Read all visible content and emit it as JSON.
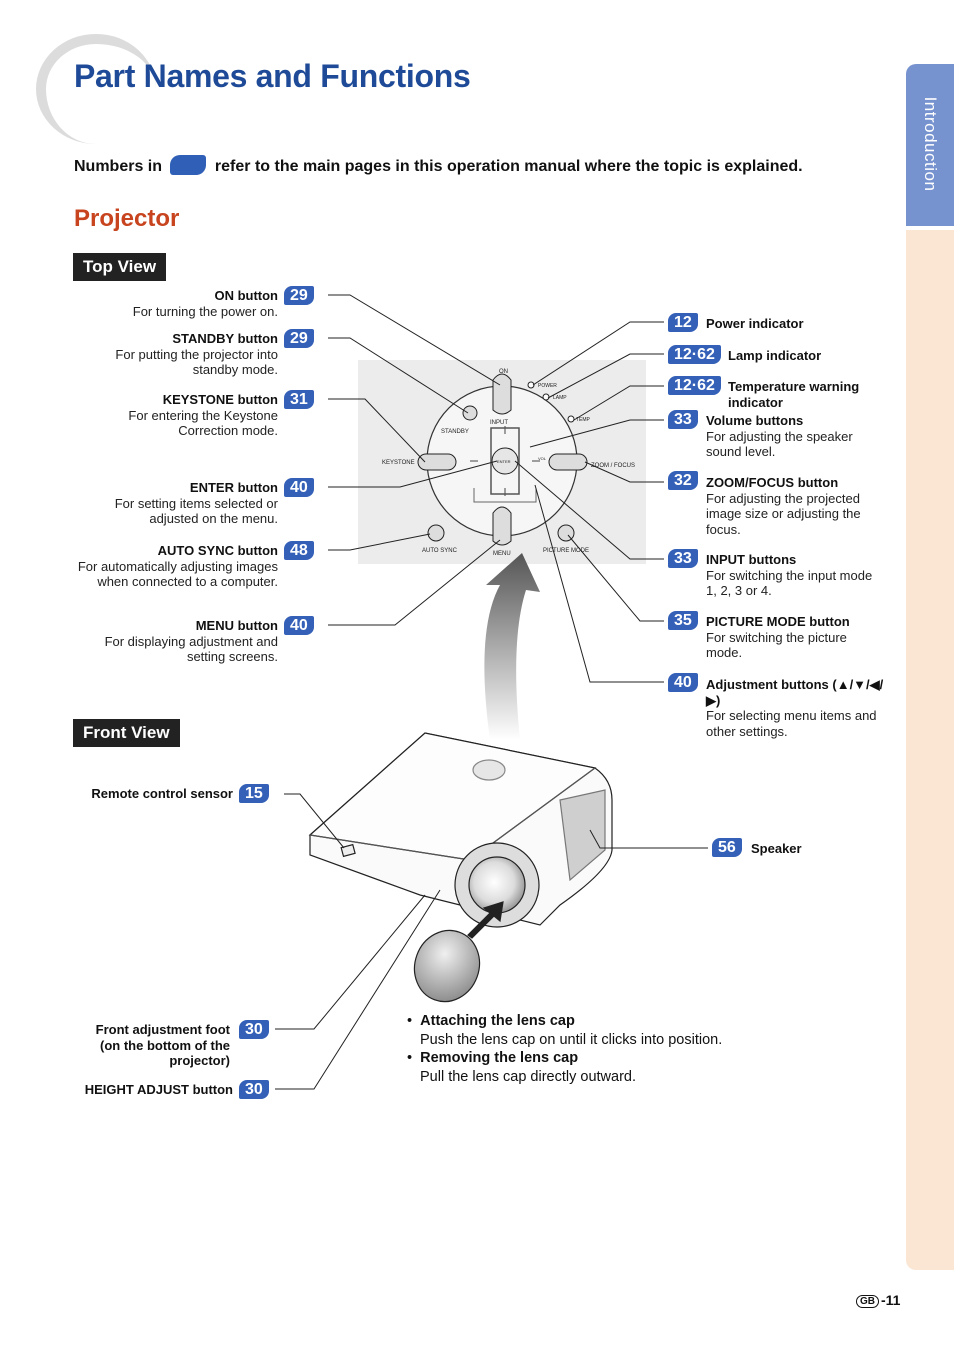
{
  "page_title": "Part Names and Functions",
  "intro": {
    "before": "Numbers in",
    "after": "refer to the main pages in this operation manual where the topic is explained."
  },
  "section_title": "Projector",
  "side_tab": "Introduction",
  "top_view": {
    "label": "Top View",
    "left_items": [
      {
        "name": "ON button",
        "page": "29",
        "desc": "For turning the power on."
      },
      {
        "name": "STANDBY button",
        "page": "29",
        "desc": "For putting the projector into standby mode."
      },
      {
        "name": "KEYSTONE button",
        "page": "31",
        "desc": "For entering the Keystone Correction mode."
      },
      {
        "name": "ENTER button",
        "page": "40",
        "desc": "For setting items selected or adjusted on the menu."
      },
      {
        "name": "AUTO SYNC button",
        "page": "48",
        "desc": "For automatically adjusting images when connected to a computer."
      },
      {
        "name": "MENU button",
        "page": "40",
        "desc": "For displaying adjustment and setting screens."
      }
    ],
    "right_items": [
      {
        "name": "Power indicator",
        "page": "12",
        "desc": ""
      },
      {
        "name": "Lamp indicator",
        "page": "12·62",
        "desc": ""
      },
      {
        "name": "Temperature warning indicator",
        "page": "12·62",
        "desc": ""
      },
      {
        "name": "Volume buttons",
        "page": "33",
        "desc": "For adjusting the speaker sound level."
      },
      {
        "name": "ZOOM/FOCUS button",
        "page": "32",
        "desc": "For adjusting the projected image size or adjusting the focus."
      },
      {
        "name": "INPUT buttons",
        "page": "33",
        "desc": "For switching the input mode 1, 2, 3 or 4."
      },
      {
        "name": "PICTURE MODE button",
        "page": "35",
        "desc": "For switching the picture mode."
      },
      {
        "name": "Adjustment buttons (▲/▼/◀/▶)",
        "page": "40",
        "desc": "For selecting menu items and other settings."
      }
    ],
    "panel_labels": {
      "on": "ON",
      "standby": "STANDBY",
      "keystone": "KEYSTONE",
      "input": "INPUT",
      "enter": "ENTER",
      "auto_sync": "AUTO SYNC",
      "menu": "MENU",
      "picture_mode": "PICTURE MODE",
      "zoom_focus": "ZOOM / FOCUS",
      "power": "POWER",
      "lamp": "LAMP",
      "temp": "TEMP",
      "vol": "VOL"
    }
  },
  "front_view": {
    "label": "Front View",
    "items": [
      {
        "name": "Remote control sensor",
        "page": "15"
      },
      {
        "name": "Speaker",
        "page": "56"
      },
      {
        "name": "Front adjustment foot (on the bottom of the projector)",
        "page": "30"
      },
      {
        "name": "HEIGHT ADJUST button",
        "page": "30"
      }
    ]
  },
  "lens_notes": [
    {
      "title": "Attaching the lens cap",
      "text": "Push the lens cap on until it clicks into position."
    },
    {
      "title": "Removing the lens cap",
      "text": "Pull the lens cap directly outward."
    }
  ],
  "page_number": {
    "region": "GB",
    "num": "-11"
  }
}
